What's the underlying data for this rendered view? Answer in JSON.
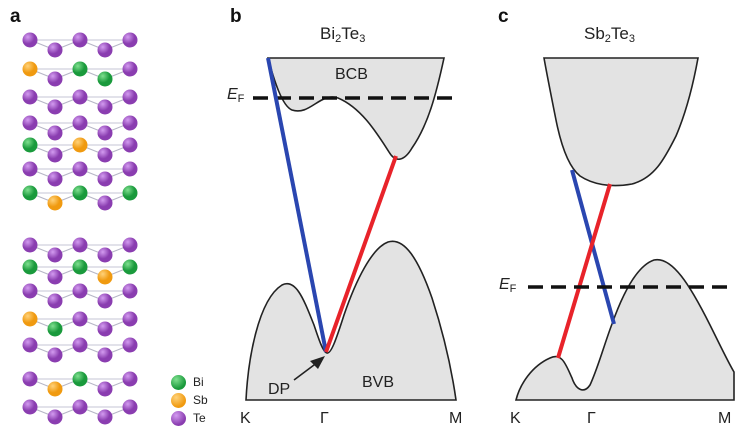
{
  "panels": {
    "a": {
      "letter": "a"
    },
    "b": {
      "letter": "b",
      "title_main": "Bi",
      "title_sub1": "2",
      "title_mid": "Te",
      "title_sub2": "3"
    },
    "c": {
      "letter": "c",
      "title_main": "Sb",
      "title_sub1": "2",
      "title_mid": "Te",
      "title_sub2": "3"
    }
  },
  "labels": {
    "ef_main": "E",
    "ef_sub": "F",
    "bcb": "BCB",
    "bvb": "BVB",
    "dp": "DP",
    "k": "K",
    "gamma": "Γ",
    "m": "M"
  },
  "legend": [
    {
      "name": "Bi",
      "color": "#1a9a3c"
    },
    {
      "name": "Sb",
      "color": "#f09a10"
    },
    {
      "name": "Te",
      "color": "#8a3db0"
    }
  ],
  "colors": {
    "band_fill": "#e3e3e3",
    "band_line": "#222222",
    "blue_surface_state": "#2a46b0",
    "red_surface_state": "#e8232a"
  }
}
